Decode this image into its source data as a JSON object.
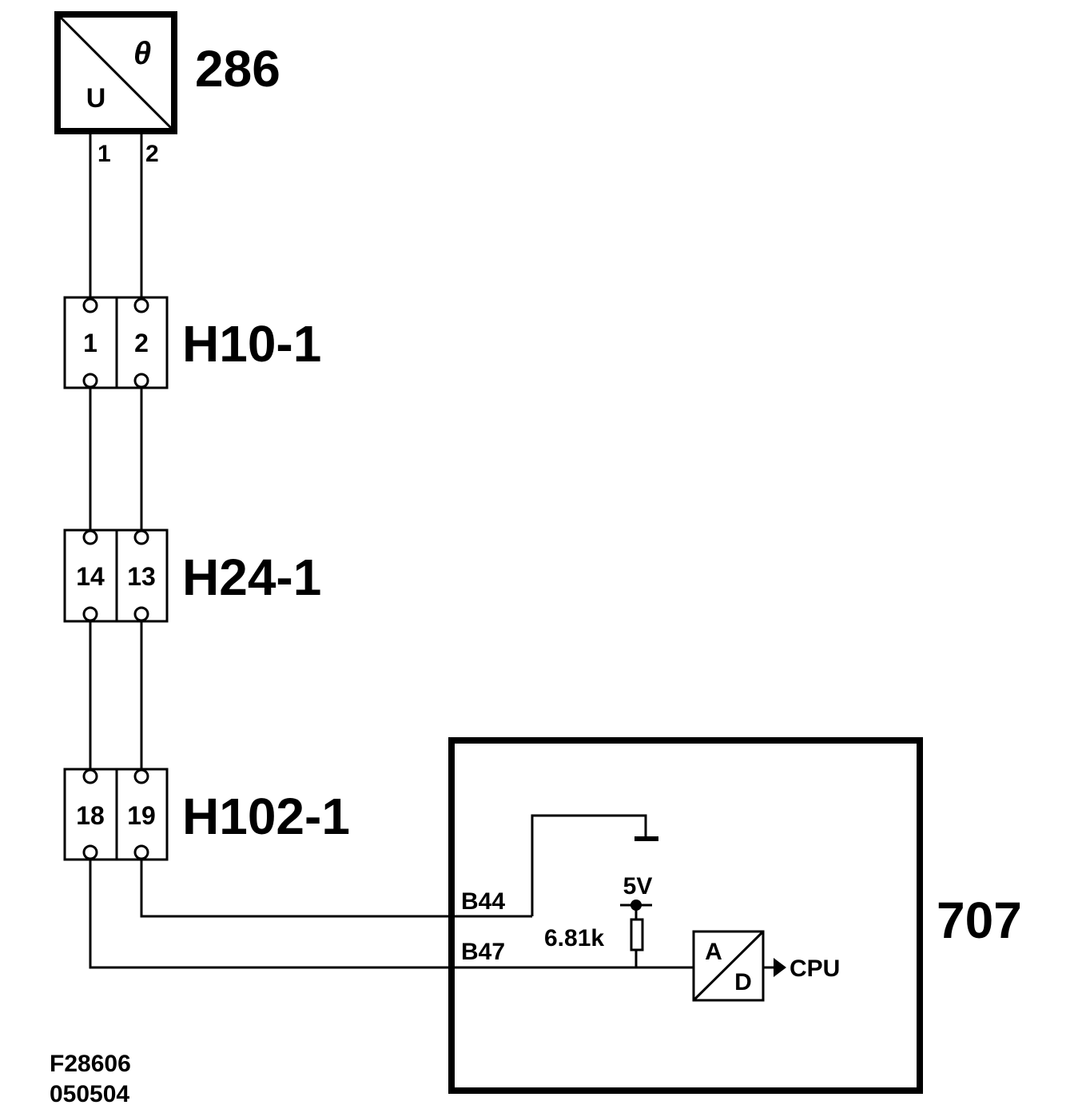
{
  "sensor": {
    "id": "286",
    "input_symbol": "θ",
    "output_symbol": "U",
    "pin_labels": [
      "1",
      "2"
    ]
  },
  "connectors": [
    {
      "id": "H10-1",
      "pins": [
        "1",
        "2"
      ]
    },
    {
      "id": "H24-1",
      "pins": [
        "14",
        "13"
      ]
    },
    {
      "id": "H102-1",
      "pins": [
        "18",
        "19"
      ]
    }
  ],
  "control_unit": {
    "id": "707",
    "pins": [
      "B44",
      "B47"
    ],
    "supply_voltage": "5V",
    "pullup_resistor": "6.81k",
    "adc": {
      "input": "A",
      "output": "D"
    },
    "output_target": "CPU"
  },
  "footer": {
    "figure_id": "F28606",
    "date_code": "050504"
  }
}
